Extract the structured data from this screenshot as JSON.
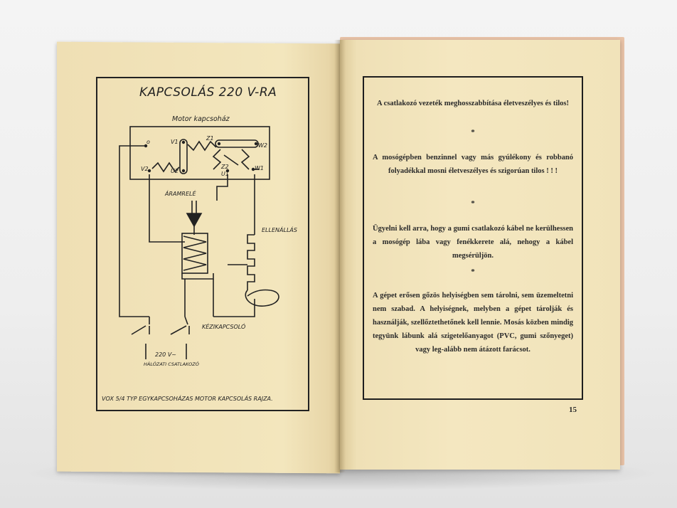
{
  "left_page": {
    "diagram": {
      "title": "KAPCSOLÁS  220 V-RA",
      "motor_label": "Motor kapcsoház",
      "terminals": {
        "o": "o",
        "v1": "V1",
        "z1": "Z1",
        "w2": "W2",
        "v2": "V2",
        "u2": "U2",
        "z2": "Z2",
        "u1": "U1",
        "w1": "W1"
      },
      "relay_label": "ÁRAMRELÉ",
      "resistance_label": "ELLENÁLLÁS",
      "switch_label": "KÉZIKAPCSOLÓ",
      "voltage_label": "220 V~",
      "mains_label": "HÁLÓZATI CSATLAKOZÓ",
      "caption": "VOX 5/4 TYP EGYKAPCSOHÁZAS MOTOR KAPCSOLÁS RAJZA."
    }
  },
  "right_page": {
    "paragraphs": [
      "A csatlakozó vezeték meghosszabbítása életveszélyes és tilos!",
      "A mosógépben benzinnel vagy más gyúlékony és robbanó folyadékkal mosni életveszélyes és szigorúan tilos ! ! !",
      "Ügyelni kell arra, hogy a gumi csatlakozó kábel ne kerülhessen a mosógép lába vagy fenékkerete alá, nehogy a kábel megsérüljön.",
      "A gépet erősen gőzös helyiségben sem tárolni, sem üzemeltetni nem szabad. A helyiségnek, melyben a gépet tárolják és használják, szellőztethetőnek kell lennie. Mosás közben mindig tegyünk lábunk alá szigetelőanyagot (PVC, gumi szőnyeget) vagy leg-alább nem átázott farácsot."
    ],
    "separator": "*",
    "page_number": "15"
  }
}
